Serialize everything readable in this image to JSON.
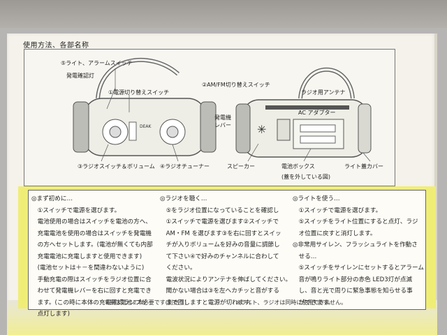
{
  "header": "使用方法、各部名称",
  "diagram_labels": {
    "light_alarm_switch": "⑤ライト、アラームスイッチ",
    "power_check_lamp": "発電確認灯",
    "power_switch": "①電源切り替えスイッチ",
    "am_fm_switch": "②AM/FM切り替えスイッチ",
    "radio_antenna": "ラジオ用アンテナ",
    "ac_adapter": "AC アダプター",
    "generator_lever": "発電機\nレバー",
    "radio_switch_volume": "③ラジオスイッチ＆ボリューム",
    "radio_tuner": "④ラジオチューナー",
    "speaker": "スピーカー",
    "battery_box": "電池ボックス",
    "battery_note": "(蓋を外している図)",
    "light_cover": "ライト蓋カバー"
  },
  "col1": [
    "◎まず初めに…",
    "　①スイッチで電源を選びます。",
    "　電池使用の場合はスイッチを電池の方へ、",
    "　充電電池を使用の場合はスイッチを発電機",
    "　の方へセットします。(電池が無くても内部",
    "　充電電池に充電しますと使用できます)",
    "　(電池セットは＋－を間違わないように)",
    "　手動充電の際はスイッチをラジオ位置に合",
    "　わせて発電機レバーを右に回すと充電でき",
    "　ます。(この時に本体の充電確認ランプが",
    "　点灯します)"
  ],
  "col2": [
    "◎ラジオを聴く…",
    "　⑤をラジオ位置になっていることを確認し",
    "　①スイッチで電源を選びます②スイッチで",
    "　AM・FM を選びます③を右に回すとスイッ",
    "　チが入りボリュームを好みの音量に調節し",
    "　て下さい④で好みのチャンネルに合わして",
    "　ください。",
    "　電波状況によりアンテナを伸ばしてください。",
    "　聞かない場合は③を左へカチッと音がする",
    "　まで回しますと電源が切れます。"
  ],
  "col3": [
    "◎ライトを使う…",
    "　①スイッチで電源を選びます。",
    "　⑤スイッチをライト位置にすると点灯、ラジ",
    "　オ位置に戻すと消灯します。",
    "◎非常用サイレン、フラッシュライトを作動さ",
    "　せる…",
    "　⑤スイッチをサイレンにセットするとアラーム",
    "　音が鳴りライト部分の赤色 LED3灯が点滅",
    "　し、音と光で周りに緊急事態を知らせる事",
    "　ができます。"
  ],
  "footer_left": "※単３電池２本必要です(別売り)",
  "footer_right": "※ライト、ラジオは同時に使用できません。"
}
